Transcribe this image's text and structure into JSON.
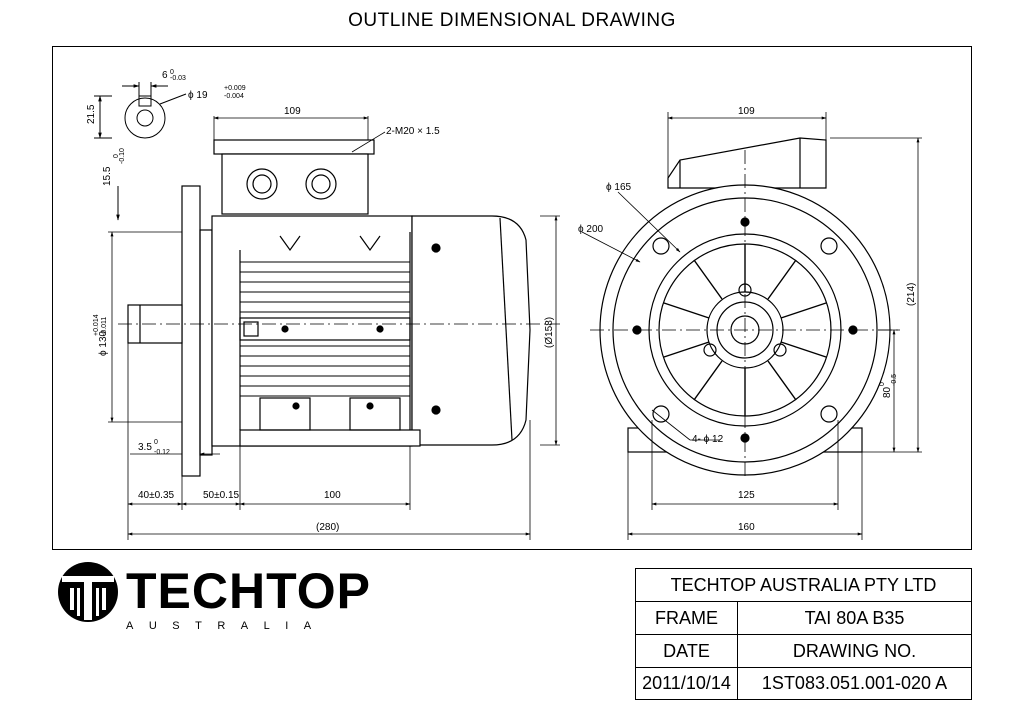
{
  "header": {
    "title": "OUTLINE DIMENSIONAL DRAWING"
  },
  "side_view": {
    "keyway_width": "6",
    "keyway_width_tol": "0\n-0.03",
    "shaft_dia": "ϕ 19",
    "shaft_dia_tol": "+0.009\n-0.004",
    "key_height": "21.5",
    "shaft_height": "15.5",
    "shaft_height_tol": "0\n-0.10",
    "terminal_box_width": "109",
    "cable_entries": "2-M20 × 1.5",
    "spigot_dia": "ϕ 130",
    "spigot_tol": "+0.014\n-0.011",
    "flange_thickness": "3.5",
    "flange_tol": "0\n-0.12",
    "body_dia": "(Ø158)",
    "shaft_length": "40±0.35",
    "foot_offset": "50±0.15",
    "foot_spacing": "100",
    "overall_length": "(280)"
  },
  "end_view": {
    "terminal_box_width": "109",
    "pcd_165": "ϕ 165",
    "flange_200": "ϕ 200",
    "overall_height": "(214)",
    "centre_height": "80",
    "centre_height_tol": "0\n-0.5",
    "foot_holes": "4- ϕ 12",
    "foot_hole_spacing": "125",
    "foot_width": "160"
  },
  "logo": {
    "brand": "TECHTOP",
    "subtitle": "AUSTRALIA"
  },
  "title_block": {
    "company": "TECHTOP AUSTRALIA PTY LTD",
    "frame_label": "FRAME",
    "frame_value": "TAI 80A B35",
    "date_label": "DATE",
    "drawing_no_label": "DRAWING NO.",
    "date_value": "2011/10/14",
    "drawing_no_value": "1ST083.051.001-020 A"
  }
}
